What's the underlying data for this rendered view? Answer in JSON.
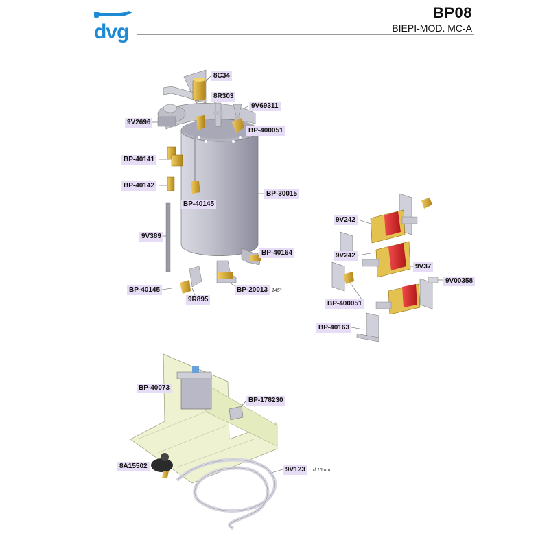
{
  "header": {
    "logo_text": "dvg",
    "code": "BP08",
    "subtitle": "BIEPI-MOD. MC-A"
  },
  "colors": {
    "brand_blue": "#1e8ad6",
    "label_bg": "#e7dcf6",
    "tank": "#b9b9c6",
    "brass": "#d7a62a",
    "coil_red": "#d8262c",
    "frame_green": "#eaf0c8"
  },
  "labels": {
    "8C34": "8C34",
    "8R303": "8R303",
    "9V69311": "9V69311",
    "9V2696": "9V2696",
    "BP-400051_top": "BP-400051",
    "BP-40141": "BP-40141",
    "BP-40142": "BP-40142",
    "BP-40145_top": "BP-40145",
    "BP-30015": "BP-30015",
    "9V389": "9V389",
    "BP-40164": "BP-40164",
    "BP-40145_bottom": "BP-40145",
    "9R895": "9R895",
    "BP-20013": "BP-20013",
    "9V242_a": "9V242",
    "9V242_b": "9V242",
    "9V37": "9V37",
    "9V00358": "9V00358",
    "BP-400051_mid": "BP-400051",
    "BP-40163": "BP-40163",
    "BP-40073": "BP-40073",
    "BP-178230": "BP-178230",
    "8A15502": "8A15502",
    "9V123": "9V123"
  },
  "notes": {
    "angle": "145°",
    "diameter": "d.16mm"
  }
}
